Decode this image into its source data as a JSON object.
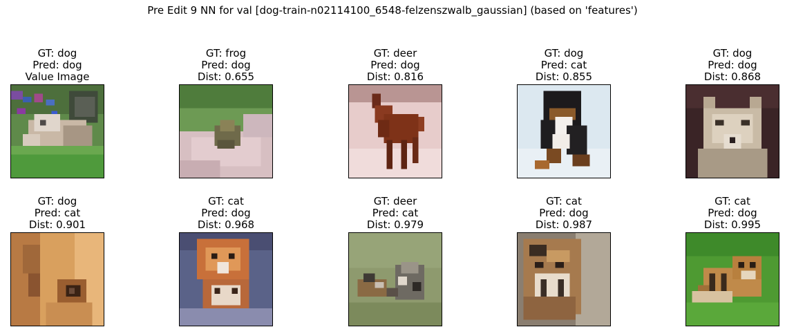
{
  "figure": {
    "title": "Pre Edit 9 NN for val [dog-train-n02114100_6548-felzenszwalb_gaussian] (based on 'features')"
  },
  "panels": [
    {
      "gt": "GT: dog",
      "pred": "Pred: dog",
      "extra": "Value Image",
      "scene": "dog-on-grass-noisy"
    },
    {
      "gt": "GT: frog",
      "pred": "Pred: dog",
      "extra": "Dist: 0.655",
      "scene": "frog-on-hand"
    },
    {
      "gt": "GT: deer",
      "pred": "Pred: dog",
      "extra": "Dist: 0.816",
      "scene": "deer-brown"
    },
    {
      "gt": "GT: dog",
      "pred": "Pred: cat",
      "extra": "Dist: 0.855",
      "scene": "dog-bernese-snow"
    },
    {
      "gt": "GT: dog",
      "pred": "Pred: dog",
      "extra": "Dist: 0.868",
      "scene": "wolf-face"
    },
    {
      "gt": "GT: dog",
      "pred": "Pred: cat",
      "extra": "Dist: 0.901",
      "scene": "dog-closeup-eye"
    },
    {
      "gt": "GT: cat",
      "pred": "Pred: dog",
      "extra": "Dist: 0.968",
      "scene": "tigers-cubs"
    },
    {
      "gt": "GT: deer",
      "pred": "Pred: cat",
      "extra": "Dist: 0.979",
      "scene": "tiger-cubs-on-grass"
    },
    {
      "gt": "GT: cat",
      "pred": "Pred: dog",
      "extra": "Dist: 0.987",
      "scene": "tiger-face"
    },
    {
      "gt": "GT: cat",
      "pred": "Pred: dog",
      "extra": "Dist: 0.995",
      "scene": "tiger-lying-on-grass"
    }
  ]
}
